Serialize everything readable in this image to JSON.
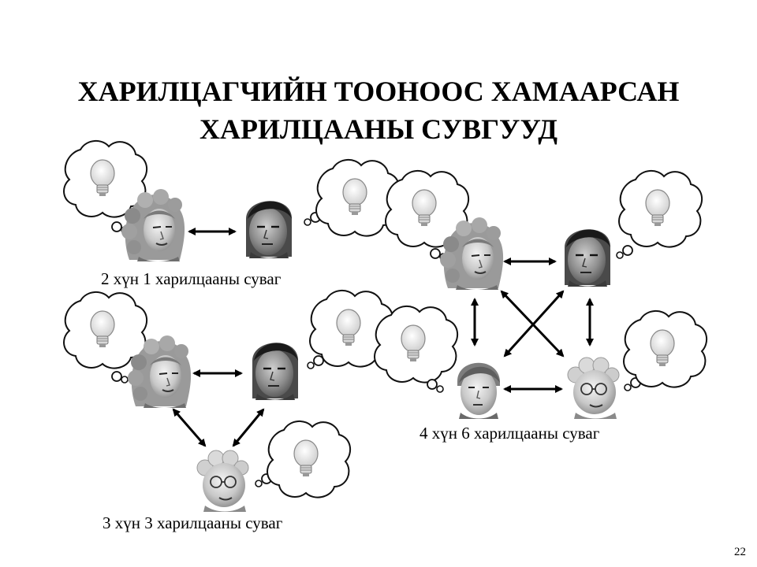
{
  "slide": {
    "title_line1": "ХАРИЛЦАГЧИЙН ТООНООС ХАМААРСАН",
    "title_line2": "ХАРИЛЦААНЫ СУВГУУД",
    "page_number": "22"
  },
  "groups": [
    {
      "caption": "2 хүн 1 харилцааны суваг",
      "people": 2,
      "channels": 1
    },
    {
      "caption": "3 хүн 3 харилцааны суваг",
      "people": 3,
      "channels": 3
    },
    {
      "caption": "4 хүн 6 харилцааны суваг",
      "people": 4,
      "channels": 6
    }
  ],
  "icons": {
    "woman": "woman-face-icon",
    "man": "man-face-icon",
    "old_man": "old-man-with-glasses-icon",
    "young_man": "young-man-face-icon",
    "thought": "thought-bubble-lightbulb-icon"
  }
}
